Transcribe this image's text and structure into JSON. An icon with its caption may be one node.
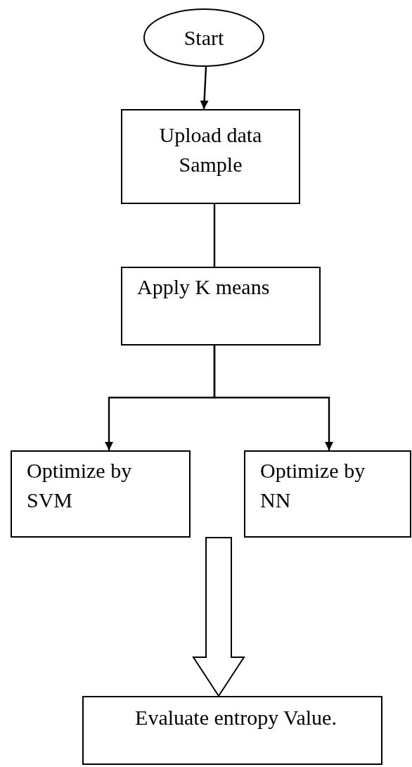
{
  "diagram": {
    "nodes": [
      {
        "text": [
          "Start"
        ]
      },
      {
        "text": [
          "Upload data Sample"
        ]
      },
      {
        "text": [
          "Apply K means"
        ]
      },
      {
        "text": [
          "Optimize by SVM"
        ]
      },
      {
        "text": [
          "Optimize by NN"
        ]
      },
      {
        "text": [
          "Evaluate entropy Value."
        ]
      }
    ],
    "edges": [
      {
        "from": 0,
        "to": 1,
        "arrow": "to"
      },
      {
        "from": 1,
        "to": 2,
        "arrow": "none"
      },
      {
        "from": 2,
        "to": 3,
        "arrow": "to"
      },
      {
        "from": 2,
        "to": 4,
        "arrow": "to"
      },
      {
        "from": 3,
        "to": 5,
        "arrow": "to",
        "style": "thick"
      },
      {
        "from": 4,
        "to": 5,
        "arrow": "to",
        "style": "thick"
      }
    ]
  }
}
